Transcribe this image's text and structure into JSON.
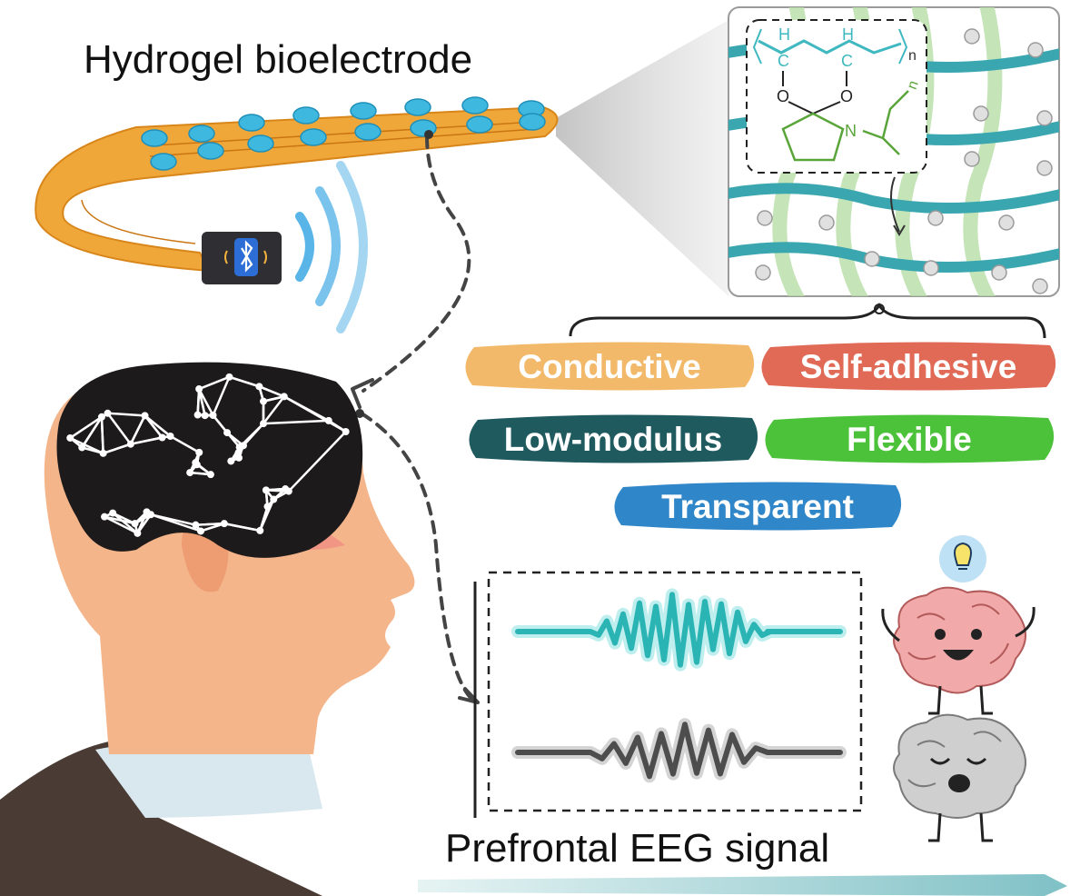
{
  "title": "Hydrogel bioelectrode",
  "signal_label": "Prefrontal EEG signal",
  "properties": [
    {
      "label": "Conductive",
      "color": "#f2b96a"
    },
    {
      "label": "Self-adhesive",
      "color": "#e06a56"
    },
    {
      "label": "Low-modulus",
      "color": "#1f5a5e"
    },
    {
      "label": "Flexible",
      "color": "#4cc23a"
    },
    {
      "label": "Transparent",
      "color": "#2f86c8"
    }
  ],
  "chemistry": {
    "atom_h1": "H",
    "atom_c1": "C",
    "atom_h2": "H",
    "atom_c2": "C",
    "atom_o1": "O",
    "atom_o2": "O",
    "atom_n": "N",
    "subscript_n1": "n",
    "subscript_n2": "n"
  },
  "icons": {
    "bluetooth": "bluetooth-icon",
    "lightbulb": "lightbulb-icon",
    "happy_brain": "happy-brain-icon",
    "sleepy_brain": "sleepy-brain-icon"
  },
  "colors": {
    "strip": "#f0a73a",
    "electrode": "#3fb8e0",
    "fiber_teal": "#3aa6b0",
    "fiber_green": "#b7dfa7",
    "skin": "#f4b58b",
    "brain": "#1d1a1c",
    "suit": "#4a3b34",
    "signal_active": "#2bb4b4",
    "signal_rest": "#4d4d4d"
  }
}
